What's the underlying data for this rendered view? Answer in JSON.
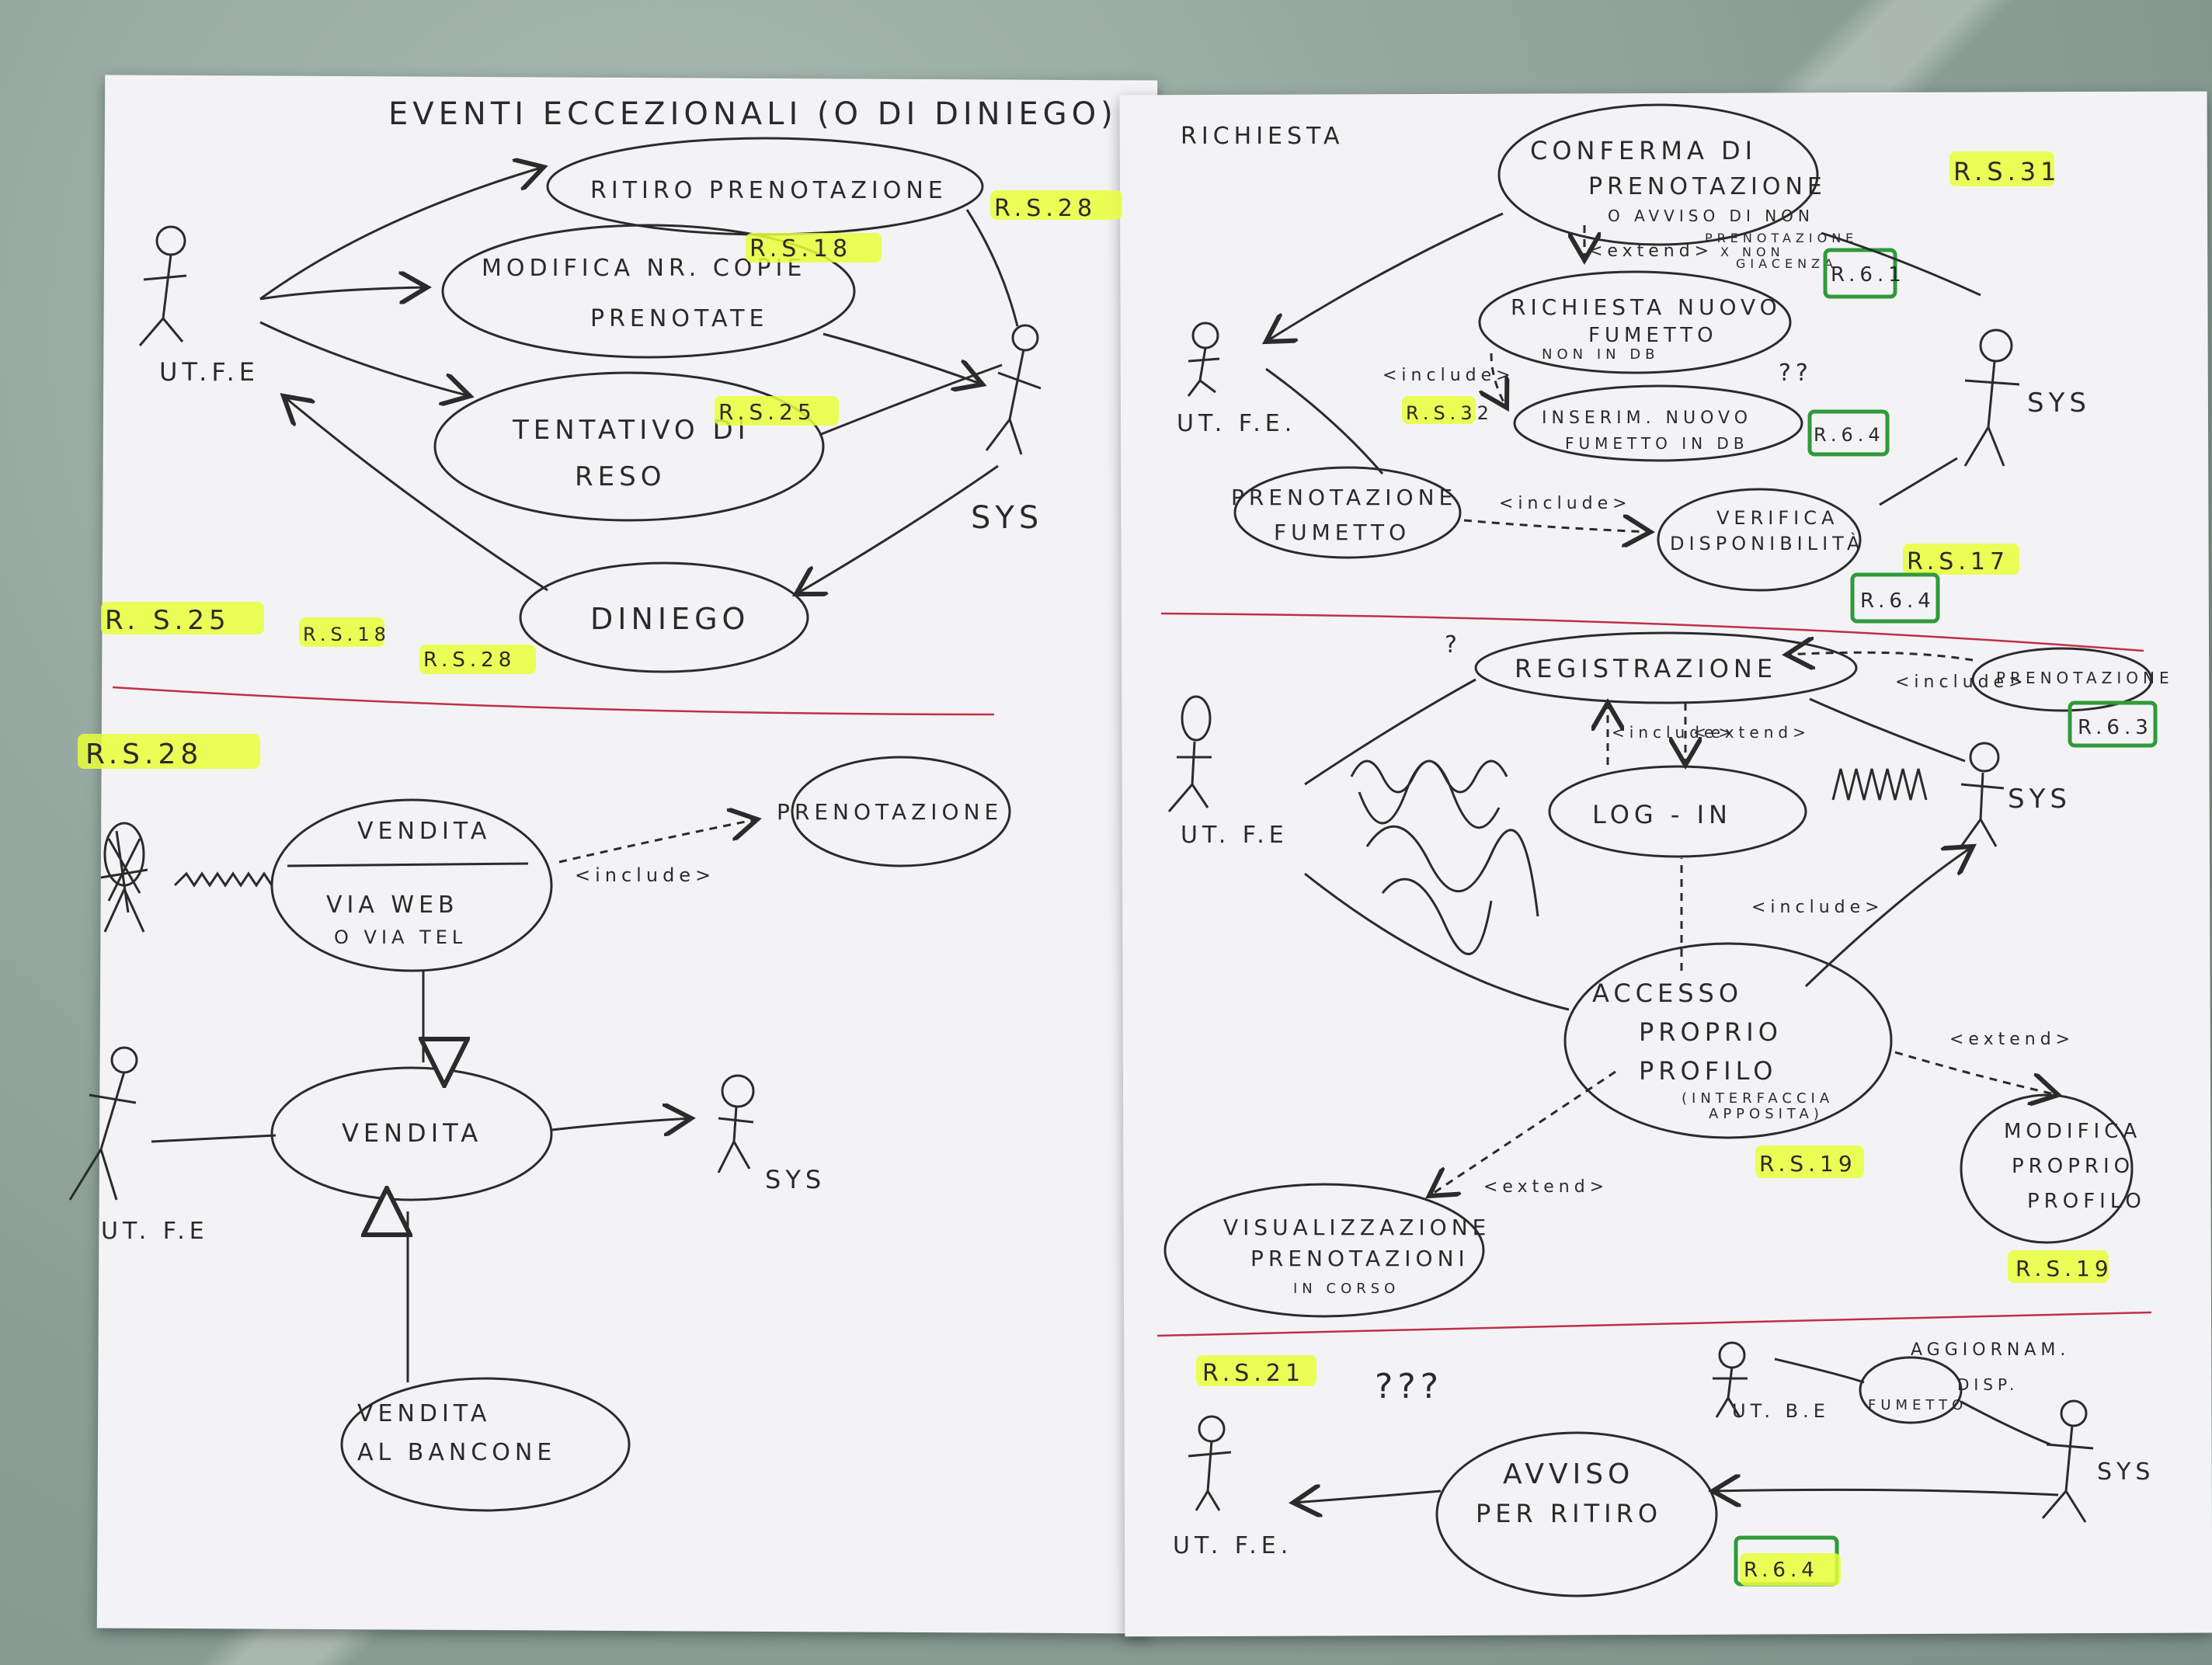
{
  "left_sheet": {
    "title": "EVENTI   ECCEZIONALI (O DI DINIEGO)",
    "top": {
      "use_cases": [
        "RITIRO PRENOTAZIONE",
        "MODIFICA NR. COPIE",
        "PRENOTATE",
        "TENTATIVO DI",
        "RESO",
        "DINIEGO"
      ],
      "actors": [
        "UT.F.E",
        "SYS"
      ],
      "refs": [
        "R.S.28",
        "R.S.18",
        "R.S.25"
      ],
      "bottom_refs": [
        "R. S.25",
        "R.S.18",
        "R.S.28"
      ]
    },
    "bottom": {
      "ref": "R.S.28",
      "use_cases": [
        "VENDITA",
        "VIA WEB",
        "O VIA TEL",
        "PRENOTAZIONE",
        "VENDITA",
        "VENDITA",
        "AL BANCONE"
      ],
      "include_label": "<include>",
      "actors": [
        "UT. F.E",
        "SYS"
      ]
    }
  },
  "right_sheet": {
    "richiesta": {
      "label": "RICHIESTA",
      "use_cases": [
        "CONFERMA DI",
        "PRENOTAZIONE",
        "O AVVISO DI NON",
        "PRENOTAZIONE",
        "X NON",
        "GIACENZA",
        "RICHIESTA NUOVO",
        "FUMETTO",
        "NON IN DB",
        "INSERIM. NUOVO",
        "FUMETTO IN DB",
        "PRENOTAZIONE",
        "FUMETTO",
        "VERIFICA",
        "DISPONIBILITÀ"
      ],
      "relations": [
        "<extend>",
        "<include>",
        "<include>"
      ],
      "refs": [
        "R.S.31",
        "R.S.32",
        "R.S.17"
      ],
      "green_refs": [
        "R.6.1",
        "R.6.4",
        "R.6.4"
      ],
      "actors": [
        "UT. F.E.",
        "SYS"
      ],
      "question": "??"
    },
    "registrazione": {
      "use_cases": [
        "REGISTRAZIONE",
        "PRENOTAZIONE",
        "LOG - IN",
        "ACCESSO",
        "PROPRIO",
        "PROFILO",
        "(INTERFACCIA",
        "APPOSITA)",
        "MODIFICA",
        "PROPRIO",
        "PROFILO",
        "VISUALIZZAZIONE",
        "PRENOTAZIONI",
        "IN CORSO"
      ],
      "relations": [
        "<include>",
        "<include>",
        "<extend>",
        "<include>",
        "<extend>",
        "<extend>"
      ],
      "refs": [
        "R.S.19",
        "R.S.19"
      ],
      "green_refs": [
        "R.6.3"
      ],
      "actors": [
        "UT. F.E",
        "SYS"
      ],
      "question": "?"
    },
    "avviso": {
      "ref": "R.S.21",
      "question": "???",
      "use_cases": [
        "AGGIORNAM.",
        "DISP.",
        "FUMETTO",
        "AVVISO",
        "PER RITIRO"
      ],
      "actors": [
        "UT. B.E",
        "SYS",
        "UT. F.E."
      ],
      "green_refs": [
        "R.6.4"
      ]
    }
  },
  "colors": {
    "ink": "#2b2b2b",
    "highlight": "#e8ff3a",
    "green_box": "#2f9a3a",
    "separator": "#c03048",
    "paper": "#f3f3f6"
  }
}
